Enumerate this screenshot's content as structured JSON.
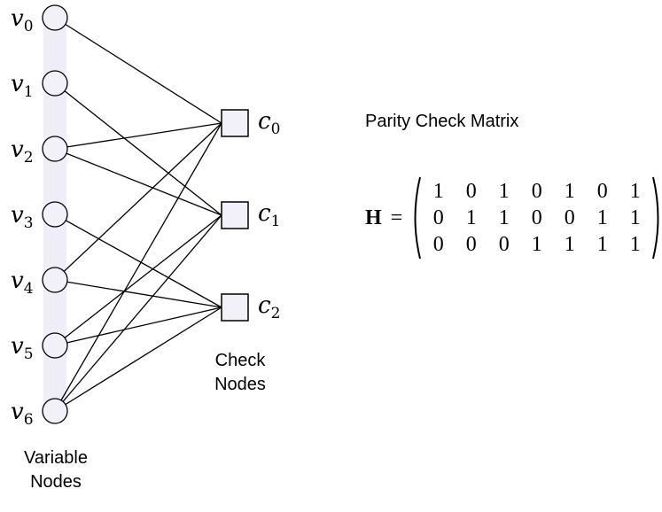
{
  "variable_nodes": [
    {
      "base": "v",
      "sub": "0"
    },
    {
      "base": "v",
      "sub": "1"
    },
    {
      "base": "v",
      "sub": "2"
    },
    {
      "base": "v",
      "sub": "3"
    },
    {
      "base": "v",
      "sub": "4"
    },
    {
      "base": "v",
      "sub": "5"
    },
    {
      "base": "v",
      "sub": "6"
    }
  ],
  "check_nodes": [
    {
      "base": "c",
      "sub": "0"
    },
    {
      "base": "c",
      "sub": "1"
    },
    {
      "base": "c",
      "sub": "2"
    }
  ],
  "variable_caption": [
    "Variable",
    "Nodes"
  ],
  "check_caption": [
    "Check",
    "Nodes"
  ],
  "matrix_title": "Parity Check Matrix",
  "matrix_label": "H",
  "matrix_eq": "=",
  "matrix": [
    [
      1,
      0,
      1,
      0,
      1,
      0,
      1
    ],
    [
      0,
      1,
      1,
      0,
      0,
      1,
      1
    ],
    [
      0,
      0,
      0,
      1,
      1,
      1,
      1
    ]
  ],
  "colors": {
    "node_fill": "#f2f0f8",
    "node_stroke": "#000000",
    "column_band": "#efedf6",
    "edge": "#000000"
  }
}
